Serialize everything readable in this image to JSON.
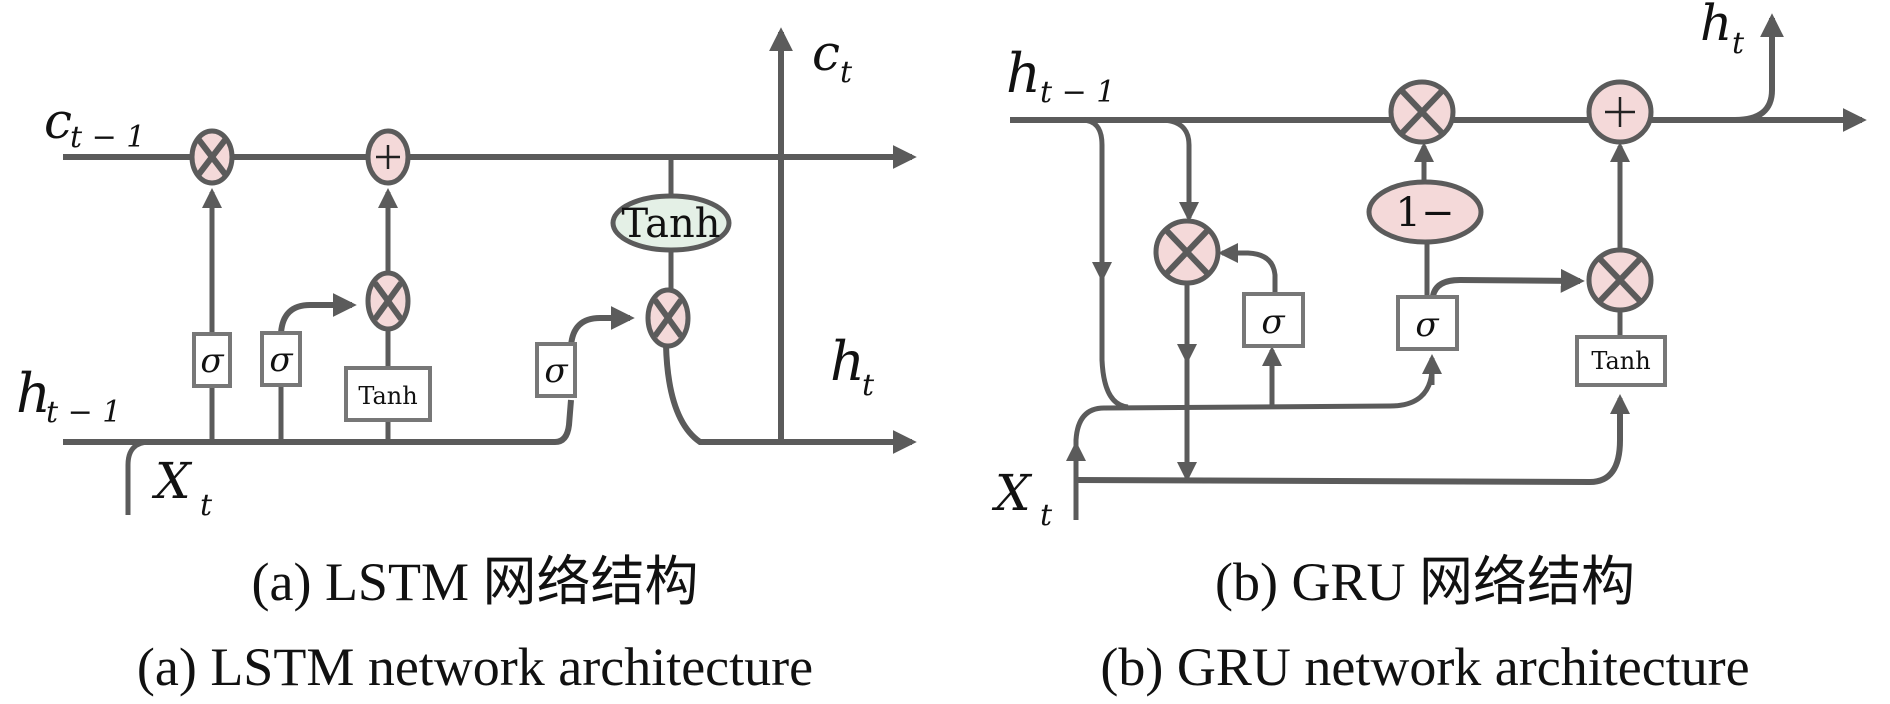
{
  "lstm": {
    "labels": {
      "c_prev": {
        "main": "c",
        "sub": "t − 1"
      },
      "c_next": {
        "main": "c",
        "sub": "t"
      },
      "h_prev": {
        "main": "h",
        "sub": "t − 1"
      },
      "h_next": {
        "main": "h",
        "sub": "t"
      },
      "x": {
        "main": "X",
        "sub": "t"
      }
    },
    "ops": {
      "forget_mul": "multiply",
      "cell_add": "add",
      "input_mul": "multiply",
      "output_mul": "multiply"
    },
    "cell_tanh_label": "Tanh",
    "gates": {
      "forget": "σ",
      "input": "σ",
      "candidate": "Tanh",
      "output": "σ"
    },
    "caption_cn": "(a) LSTM 网络结构",
    "caption_en": "(a) LSTM network architecture"
  },
  "gru": {
    "labels": {
      "h_prev": {
        "main": "h",
        "sub": "t − 1"
      },
      "h_next": {
        "main": "h",
        "sub": "t"
      },
      "x": {
        "main": "X",
        "sub": "t"
      }
    },
    "one_minus_label": "1−",
    "gates": {
      "reset": "σ",
      "update": "σ",
      "candidate": "Tanh"
    },
    "caption_cn": "(b) GRU 网络结构",
    "caption_en": "(b) GRU network architecture"
  },
  "colors": {
    "wire": "#5b5b5b",
    "op_fill": "#f4d9d9",
    "tanh_fill": "#e4f0e6",
    "box_stroke": "#777777"
  }
}
